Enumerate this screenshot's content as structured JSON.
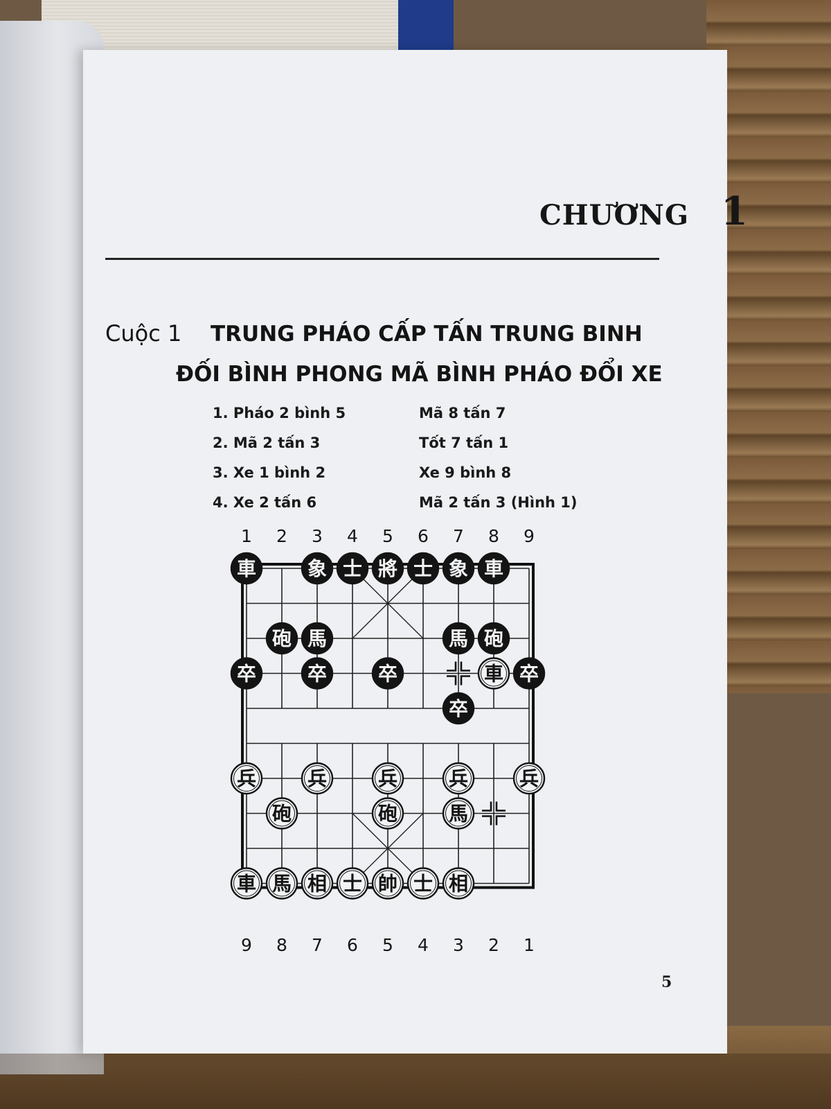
{
  "chapter": {
    "word": "CHƯƠNG",
    "number": "1"
  },
  "game": {
    "number": "Cuộc 1",
    "title_line1": "TRUNG PHÁO CẤP TẤN TRUNG BINH",
    "title_line2": "ĐỐI BÌNH PHONG MÃ BÌNH PHÁO ĐỔI XE"
  },
  "moves": [
    {
      "red": "1. Pháo 2 bình 5",
      "black": "Mã 8 tấn 7"
    },
    {
      "red": "2. Mã 2 tấn 3",
      "black": "Tốt 7 tấn 1"
    },
    {
      "red": "3. Xe 1 bình 2",
      "black": "Xe 9 bình 8"
    },
    {
      "red": "4. Xe 2 tấn 6",
      "black": "Mã 2 tấn 3 (Hình 1)"
    }
  ],
  "board": {
    "top_labels": [
      "1",
      "2",
      "3",
      "4",
      "5",
      "6",
      "7",
      "8",
      "9"
    ],
    "bottom_labels": [
      "9",
      "8",
      "7",
      "6",
      "5",
      "4",
      "3",
      "2",
      "1"
    ],
    "pieces": [
      {
        "col": 0,
        "row": 0,
        "char": "車",
        "side": "black"
      },
      {
        "col": 2,
        "row": 0,
        "char": "象",
        "side": "black"
      },
      {
        "col": 3,
        "row": 0,
        "char": "士",
        "side": "black"
      },
      {
        "col": 4,
        "row": 0,
        "char": "將",
        "side": "black"
      },
      {
        "col": 5,
        "row": 0,
        "char": "士",
        "side": "black"
      },
      {
        "col": 6,
        "row": 0,
        "char": "象",
        "side": "black"
      },
      {
        "col": 7,
        "row": 0,
        "char": "車",
        "side": "black"
      },
      {
        "col": 1,
        "row": 2,
        "char": "砲",
        "side": "black"
      },
      {
        "col": 2,
        "row": 2,
        "char": "馬",
        "side": "black"
      },
      {
        "col": 6,
        "row": 2,
        "char": "馬",
        "side": "black"
      },
      {
        "col": 7,
        "row": 2,
        "char": "砲",
        "side": "black"
      },
      {
        "col": 0,
        "row": 3,
        "char": "卒",
        "side": "black"
      },
      {
        "col": 2,
        "row": 3,
        "char": "卒",
        "side": "black"
      },
      {
        "col": 4,
        "row": 3,
        "char": "卒",
        "side": "black"
      },
      {
        "col": 8,
        "row": 3,
        "char": "卒",
        "side": "black"
      },
      {
        "col": 6,
        "row": 4,
        "char": "卒",
        "side": "black"
      },
      {
        "col": 7,
        "row": 3,
        "char": "車",
        "side": "red"
      },
      {
        "col": 0,
        "row": 6,
        "char": "兵",
        "side": "red"
      },
      {
        "col": 2,
        "row": 6,
        "char": "兵",
        "side": "red"
      },
      {
        "col": 4,
        "row": 6,
        "char": "兵",
        "side": "red"
      },
      {
        "col": 6,
        "row": 6,
        "char": "兵",
        "side": "red"
      },
      {
        "col": 8,
        "row": 6,
        "char": "兵",
        "side": "red"
      },
      {
        "col": 1,
        "row": 7,
        "char": "砲",
        "side": "red"
      },
      {
        "col": 4,
        "row": 7,
        "char": "砲",
        "side": "red"
      },
      {
        "col": 6,
        "row": 7,
        "char": "馬",
        "side": "red"
      },
      {
        "col": 0,
        "row": 9,
        "char": "車",
        "side": "red"
      },
      {
        "col": 1,
        "row": 9,
        "char": "馬",
        "side": "red"
      },
      {
        "col": 2,
        "row": 9,
        "char": "相",
        "side": "red"
      },
      {
        "col": 3,
        "row": 9,
        "char": "士",
        "side": "red"
      },
      {
        "col": 4,
        "row": 9,
        "char": "帥",
        "side": "red"
      },
      {
        "col": 5,
        "row": 9,
        "char": "士",
        "side": "red"
      },
      {
        "col": 6,
        "row": 9,
        "char": "相",
        "side": "red"
      }
    ],
    "markers": [
      {
        "col": 6,
        "row": 3
      },
      {
        "col": 7,
        "row": 7
      }
    ]
  },
  "page_number": "5"
}
